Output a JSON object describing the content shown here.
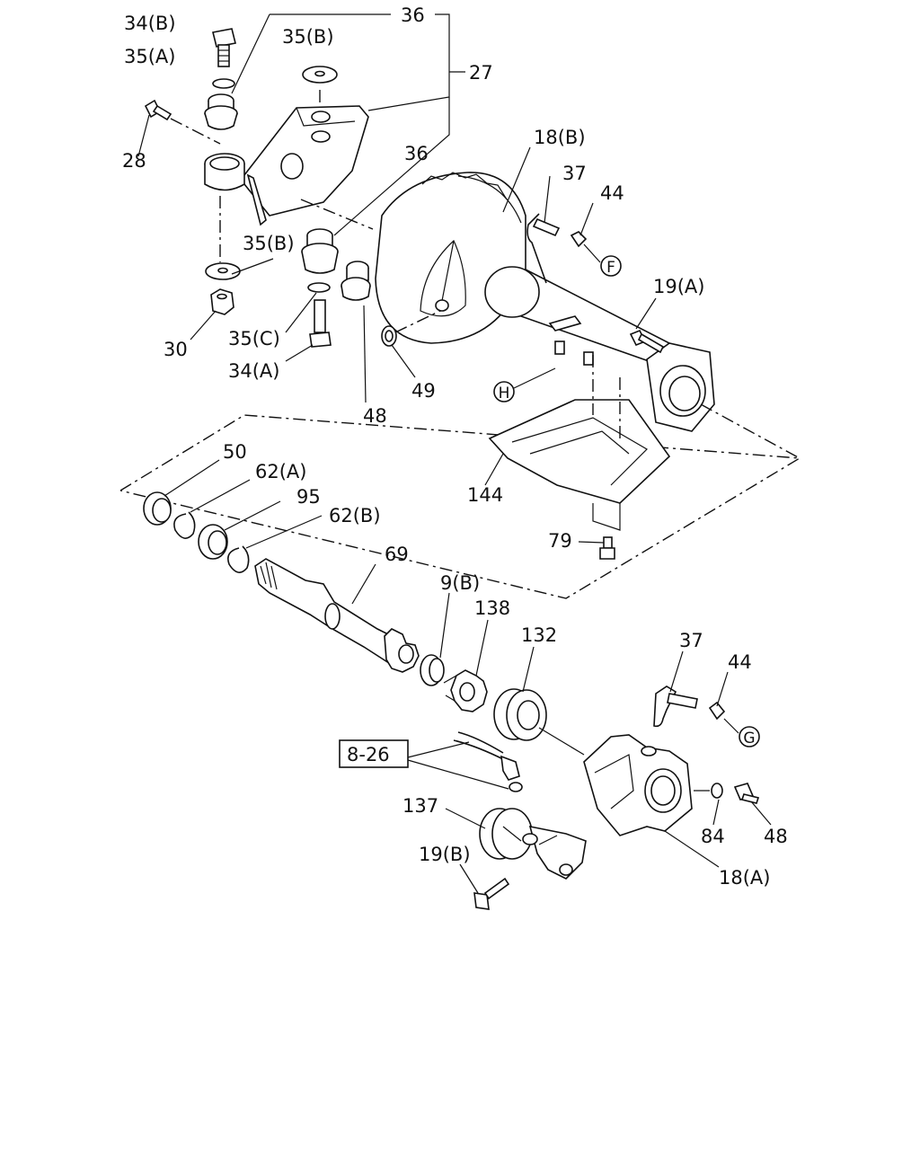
{
  "diagram": {
    "labels": {
      "l34b": "34(B)",
      "l35a": "35(A)",
      "l36a": "36",
      "l35b_top": "35(B)",
      "l27": "27",
      "l28": "28",
      "l36b": "36",
      "l18b": "18(B)",
      "l37_top": "37",
      "l44_top": "44",
      "l35b_mid": "35(B)",
      "l30": "30",
      "l35c": "35(C)",
      "l34a": "34(A)",
      "l48_top": "48",
      "l49": "49",
      "l19a": "19(A)",
      "l144": "144",
      "l79": "79",
      "l50": "50",
      "l62a": "62(A)",
      "l95": "95",
      "l62b": "62(B)",
      "l69": "69",
      "l9b": "9(B)",
      "l138": "138",
      "l132": "132",
      "l37_bot": "37",
      "l44_bot": "44",
      "l826": "8-26",
      "l137": "137",
      "l19b": "19(B)",
      "l84": "84",
      "l48_bot": "48",
      "l18a": "18(A)"
    },
    "callouts": {
      "F": "F",
      "G": "G",
      "H": "H"
    }
  }
}
